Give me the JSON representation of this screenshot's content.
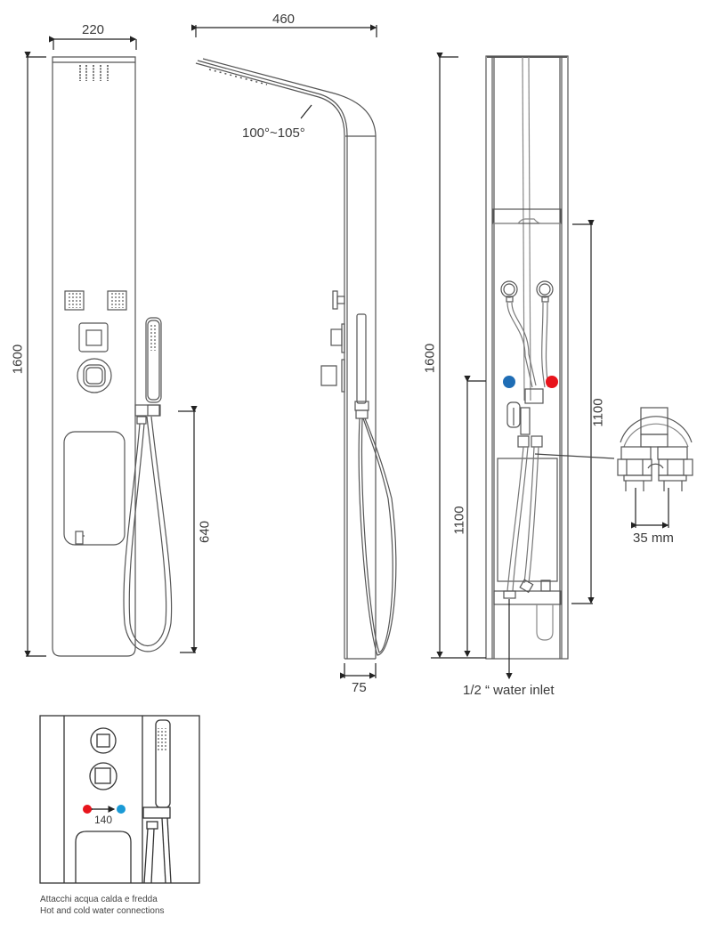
{
  "front_view": {
    "width_label": "220",
    "height_label": "1600",
    "hose_height_label": "640"
  },
  "side_view": {
    "depth_label": "460",
    "angle_label": "100°~105°",
    "thickness_label": "75"
  },
  "rear_view": {
    "height_label": "1600",
    "inlet_height_left_label": "1100",
    "inlet_height_right_label": "1100",
    "inlet_label": "1/2 “ water inlet",
    "hot_color": "#e8141c",
    "cold_color": "#1f6db5"
  },
  "detail_connector": {
    "spacing_label": "35 mm"
  },
  "inset": {
    "spacing_label": "140",
    "caption_it": "Attacchi acqua calda e fredda",
    "caption_en": "Hot and cold water connections",
    "hot_color": "#e8141c",
    "cold_color": "#1a9ad6"
  }
}
